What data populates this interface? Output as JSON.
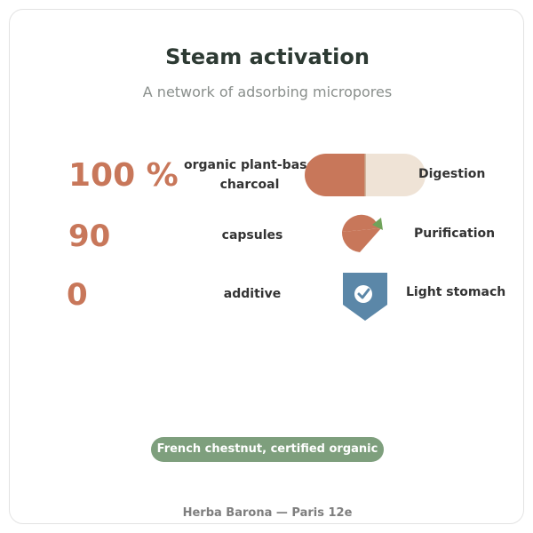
{
  "title": "Steam activation",
  "subtitle": "A network of adsorbing micropores",
  "stats": [
    {
      "value": "100 %",
      "label": "organic plant-base charcoal"
    },
    {
      "value": "90",
      "label": "capsules"
    },
    {
      "value": "0",
      "label": "additive"
    }
  ],
  "features": [
    {
      "label": "Digestion",
      "icon": "capsule-icon"
    },
    {
      "label": "Purification",
      "icon": "leaf-drop-icon"
    },
    {
      "label": "Light stomach",
      "icon": "shield-check-icon"
    }
  ],
  "badge": "French chestnut, certified organic",
  "footer": "Herba Barona — Paris 12e",
  "colors": {
    "accent": "#c8775a",
    "capsule_light": "#efe3d6",
    "leaf": "#6fa35a",
    "shield": "#5b87a8",
    "badge": "#7e9f7d",
    "title": "#2d3a33"
  }
}
